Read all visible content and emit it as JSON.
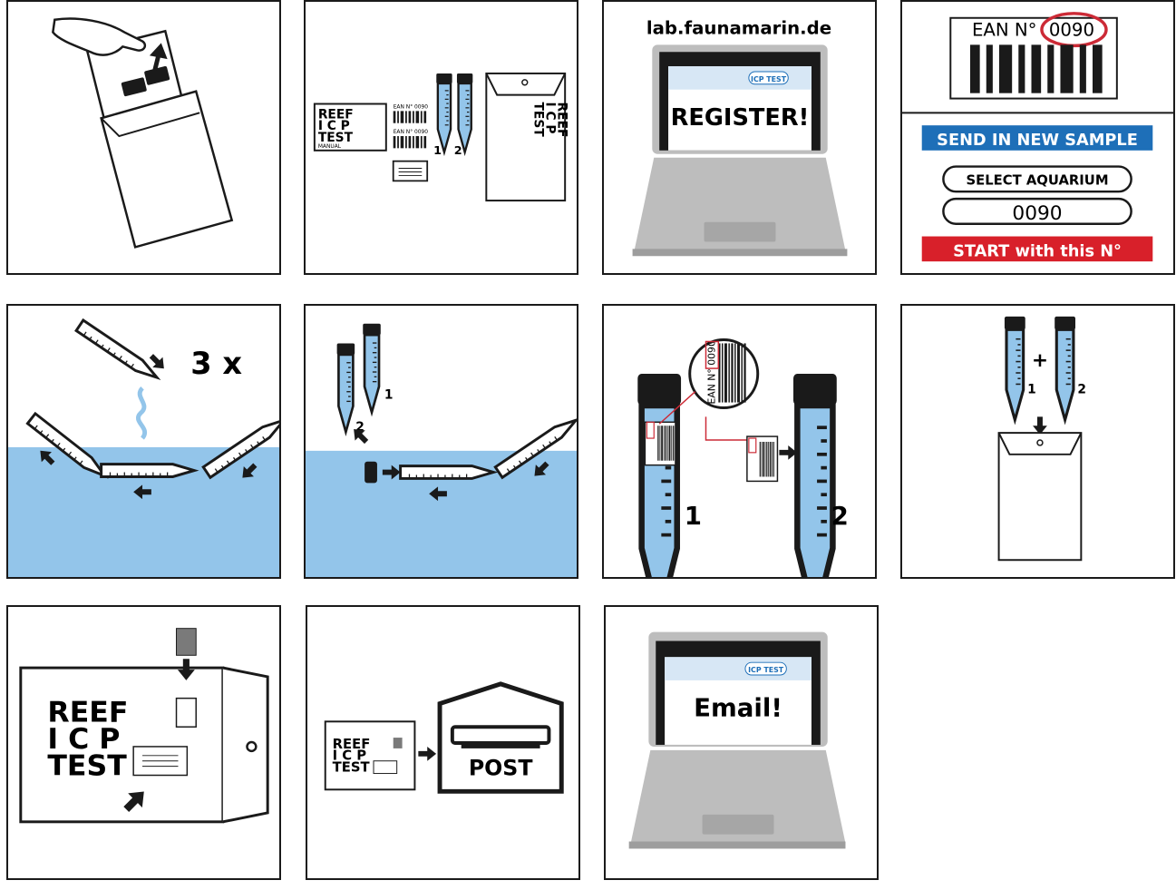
{
  "colors": {
    "water": "#93c5ea",
    "blue_bar": "#1e6fb8",
    "red_bar": "#d8202a",
    "red_line": "#cc2a36",
    "laptop_grey": "#bdbdbd",
    "dark": "#1a1a1a"
  },
  "icons": [
    "hand-icon",
    "envelope-icon",
    "tube-icon",
    "barcode-icon",
    "laptop-icon",
    "arrow-icon",
    "mailbox-icon",
    "stamp-icon"
  ],
  "kit": {
    "reef": "REEF",
    "icp": "I C P",
    "test": "TEST",
    "manual": "MANUAL",
    "ean_small": "EAN N° 0090",
    "tube1": "1",
    "tube2": "2"
  },
  "register": {
    "url": "lab.faunamarin.de",
    "badge": "ICP TEST",
    "screen_text": "REGISTER!"
  },
  "ean": {
    "label": "EAN N°",
    "number": "0090",
    "send_button": "SEND IN NEW SAMPLE",
    "select_field": "SELECT AQUARIUM",
    "number_field": "0090",
    "start_button": "START with this N°"
  },
  "rinse": {
    "repeat": "3 x"
  },
  "label_tube": {
    "tube1": "1",
    "tube2": "2",
    "ean_vertical": "EAN N° 0090"
  },
  "combine": {
    "plus": "+",
    "tube1": "1",
    "tube2": "2"
  },
  "pack": {
    "reef": "REEF",
    "icp": "I C P",
    "test": "TEST"
  },
  "post": {
    "reef": "REEF",
    "icp": "I C P",
    "test": "TEST",
    "mailbox": "POST"
  },
  "email": {
    "badge": "ICP TEST",
    "screen_text": "Email!"
  }
}
